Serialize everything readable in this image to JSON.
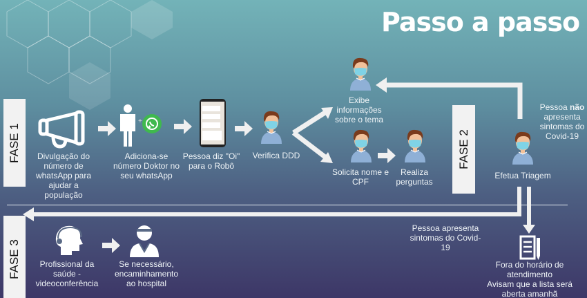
{
  "title": "Passo a passo",
  "phases": {
    "p1": "FASE 1",
    "p2": "FASE 2",
    "p3": "FASE 3"
  },
  "steps": {
    "divulgacao": "Divulgação do número de whatsApp para ajudar a população",
    "adiciona": "Adiciona-se número Doktor no seu whatsApp",
    "plus": "+",
    "oi": "Pessoa diz \"Oi\" para o Robô",
    "ddd": "Verifica DDD",
    "exibe": "Exibe informações sobre o tema",
    "solicita": "Solicita nome e CPF",
    "realiza": "Realiza perguntas",
    "triagem": "Efetua Triagem",
    "nao_pre": "Pessoa ",
    "nao_bold": "não",
    "nao_post": " apresenta sintomas do Covid-19",
    "apresenta": "Pessoa apresenta sintomas do Covid-19",
    "profissional": "Profissional da saúde - videoconferência",
    "hospital": "Se necessário, encaminhamento ao hospital",
    "fora": "Fora do horário de atendimento",
    "avisam": "Avisam que a lista será aberta amanhã"
  },
  "colors": {
    "bg_top": "#73b3b8",
    "bg_bottom": "#3d3767",
    "whatsapp": "#3fb94e",
    "mask": "#7fd3e6",
    "shirt": "#8fb0d6",
    "hair": "#7a3b1c"
  }
}
